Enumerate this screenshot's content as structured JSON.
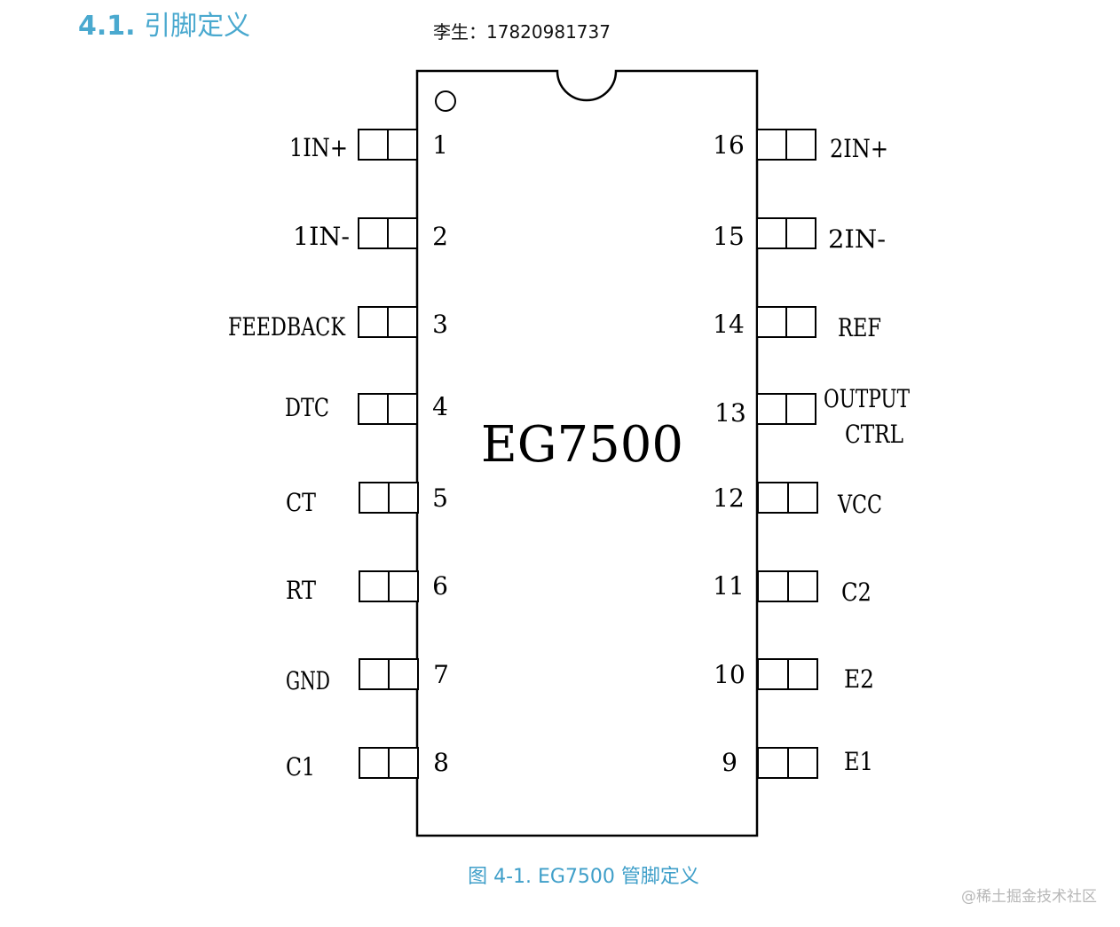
{
  "header": {
    "section_number": "4.1.",
    "section_title": "引脚定义",
    "contact": "李生：17820981737"
  },
  "chip": {
    "name": "EG7500",
    "left_pins": [
      {
        "number": "1",
        "label": "1IN+"
      },
      {
        "number": "2",
        "label": "1IN-"
      },
      {
        "number": "3",
        "label": "FEEDBACK"
      },
      {
        "number": "4",
        "label": "DTC"
      },
      {
        "number": "5",
        "label": "CT"
      },
      {
        "number": "6",
        "label": "RT"
      },
      {
        "number": "7",
        "label": "GND"
      },
      {
        "number": "8",
        "label": "C1"
      }
    ],
    "right_pins": [
      {
        "number": "16",
        "label": "2IN+"
      },
      {
        "number": "15",
        "label": "2IN-"
      },
      {
        "number": "14",
        "label": "REF"
      },
      {
        "number": "13",
        "label": "OUTPUT",
        "label2": "CTRL"
      },
      {
        "number": "12",
        "label": "VCC"
      },
      {
        "number": "11",
        "label": "C2"
      },
      {
        "number": "10",
        "label": "E2"
      },
      {
        "number": "9",
        "label": "E1"
      }
    ]
  },
  "caption": "图 4-1. EG7500 管脚定义",
  "watermark": "@稀土掘金技术社区"
}
